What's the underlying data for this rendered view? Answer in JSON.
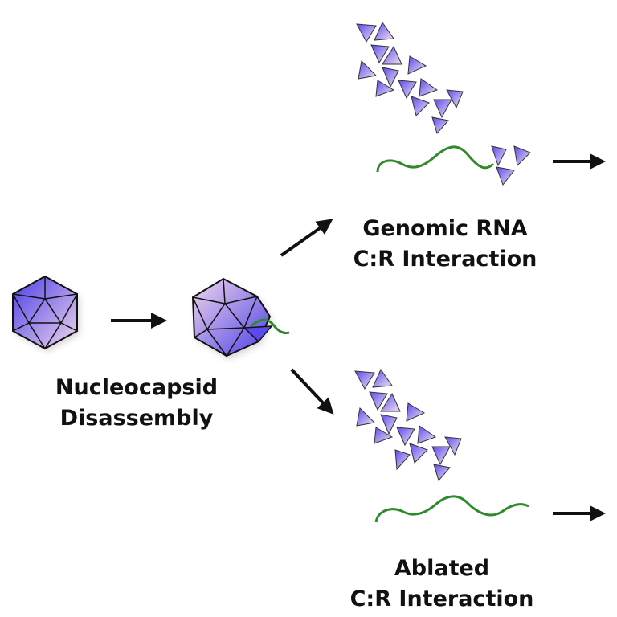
{
  "labels": {
    "disassembly": [
      "Nucleocapsid",
      "Disassembly"
    ],
    "genomic": [
      "Genomic RNA",
      "C:R Interaction"
    ],
    "ablated": [
      "Ablated",
      "C:R Interaction"
    ]
  },
  "colors": {
    "capsid_dark": "#4a3ee6",
    "capsid_light": "#f0d6ec",
    "rna": "#2f8a2a",
    "arrow": "#111111",
    "outline": "#111111"
  },
  "icons": {
    "capsid": "icosahedron-capsid-icon",
    "subunit": "capsid-subunit-triangle-icon",
    "rna": "rna-strand-icon",
    "arrow": "arrow-icon"
  }
}
